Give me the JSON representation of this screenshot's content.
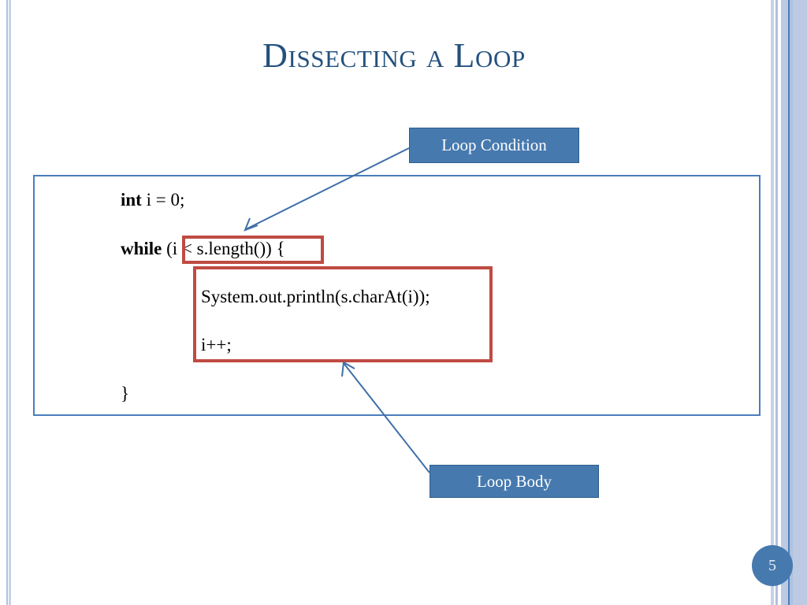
{
  "slide": {
    "title": "Dissecting a Loop",
    "page_number": "5"
  },
  "code": {
    "lines": [
      {
        "keyword": "int",
        "rest": " i = 0;"
      },
      {
        "keyword": "while",
        "rest": " (i < s.length()) {"
      },
      {
        "keyword": "",
        "rest": "System.out.println(s.charAt(i));"
      },
      {
        "keyword": "",
        "rest": "i++;"
      },
      {
        "keyword": "",
        "rest": "}"
      }
    ],
    "declare_keyword": "int",
    "declare_rest": " i = 0;",
    "while_keyword": "while",
    "while_rest": " (i < s.length()) {",
    "print_text": "System.out.println(s.charAt(i));",
    "increment_text": "i++;",
    "close_brace": "}"
  },
  "callouts": {
    "loop_condition": "Loop Condition",
    "loop_body": "Loop Body"
  },
  "colors": {
    "title_blue": "#24517E",
    "panel_border_blue": "#4A7EBB",
    "callout_fill": "#4679AE",
    "callout_border": "#2E5E8E",
    "highlight_red": "#BF4B42",
    "arrow_blue": "#4679AE",
    "badge_fill": "#4679AE",
    "stripe_light": "#C6D2E6",
    "stripe_mid": "#AFC1DE",
    "stripe_dark": "#4A7EBB"
  }
}
